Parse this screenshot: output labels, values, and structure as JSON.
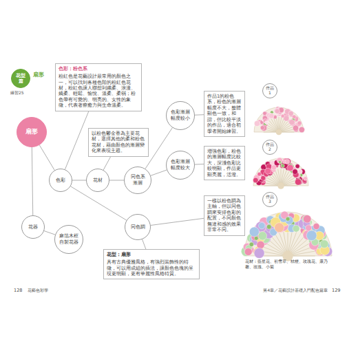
{
  "diagram": {
    "nodes": [
      {
        "text": [
          "花型篇"
        ]
      },
      {
        "text": [
          "色彩：粉色系",
          "粉紅色是花藝設計最常用的顏色之一，可以找到各種色階的粉紅色花材，粉紅色讓人聯想到纖柔、浪漫、嬌柔、輕鬆、愉悅、溫柔、柔弱；粉色帶有可愛的、明亮的、女性的象徵，代表著療癒力與生命溫柔。"
        ]
      },
      {
        "text": [
          "扇形"
        ]
      },
      {
        "text": [
          "以粉色鬱金香為主要花材，選擇其他的柔和粉色花材，藉由顏色的漸層變化來表現主題。"
        ]
      },
      {
        "text": [
          "色彩"
        ]
      },
      {
        "text": [
          "花材"
        ]
      },
      {
        "text": [
          "同色系漸層"
        ]
      },
      {
        "text": [
          "色彩漸層幅度較小"
        ]
      },
      {
        "text": [
          "作品1的粉色系，粉色的漸層幅度不大，整體顯色一致，和諧，但比較平淡的作品，適合初學者開始練習。"
        ]
      },
      {
        "text": [
          "色彩漸層幅度較大"
        ]
      },
      {
        "text": [
          "增強色彩，粉色的漸層幅度比較大，深淺色彩比較明顯，作品更顯亮麗，活潑。"
        ]
      },
      {
        "text": [
          "花器"
        ]
      },
      {
        "text": [
          "同色調"
        ]
      },
      {
        "text": [
          "一樣以粉色調為主軸，但以同色調來安排色彩的配置，不同顏色無違和感的效果非常不同。"
        ]
      },
      {
        "text": [
          "麻箔木框自製花器"
        ]
      },
      {
        "text": [
          "花型：扇形",
          "具有古典優雅風格，有強烈裝飾性的特徵，可以用成組的插法，讓顏色色塊的呈現更明顯，更有華麗性風格特質。"
        ]
      }
    ],
    "edges": [
      {
        "from": 2,
        "to": 4,
        "arrow": "none"
      },
      {
        "from": 2,
        "to": 11,
        "arrow": "none"
      },
      {
        "from": 1,
        "to": 4,
        "arrow": "none"
      },
      {
        "from": 4,
        "to": 5,
        "arrow": "none"
      },
      {
        "from": 3,
        "to": 5,
        "arrow": "none"
      },
      {
        "from": 5,
        "to": 6,
        "arrow": "none"
      },
      {
        "from": 6,
        "to": 7,
        "arrow": "none"
      },
      {
        "from": 6,
        "to": 9,
        "arrow": "none"
      },
      {
        "from": 4,
        "to": 12,
        "arrow": "none"
      },
      {
        "from": 7,
        "to": 8,
        "arrow": "none"
      },
      {
        "from": 9,
        "to": 10,
        "arrow": "none"
      },
      {
        "from": 12,
        "to": 13,
        "arrow": "none"
      },
      {
        "from": 11,
        "to": 14,
        "arrow": "none"
      },
      {
        "from": 15,
        "to": 12,
        "arrow": "none"
      }
    ],
    "labels": [
      "扇形",
      "練習25",
      "作品1",
      "作品2",
      "作品3",
      "花材：藍星花、初雪草、桔梗、玫瑰花、康乃馨、玫瑰、小菊",
      "128",
      "花藝色彩學",
      "第4章／花藝設計基礎入門配色篇章",
      "129"
    ]
  }
}
